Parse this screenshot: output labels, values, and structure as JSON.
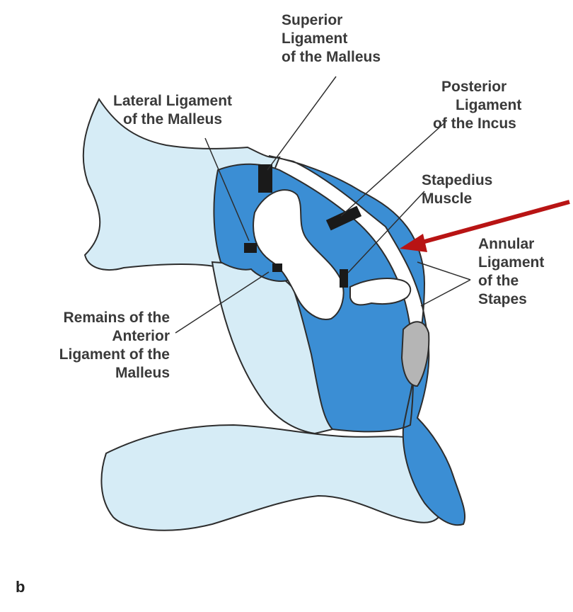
{
  "labels": {
    "superior_ligament_malleus": [
      "Superior",
      "Ligament",
      "of the Malleus"
    ],
    "lateral_ligament_malleus": [
      "Lateral Ligament",
      "of the Malleus"
    ],
    "posterior_ligament_incus": [
      "Posterior",
      "Ligament",
      "of the Incus"
    ],
    "stapedius_muscle": [
      "Stapedius",
      "Muscle"
    ],
    "annular_ligament_stapes": [
      "Annular",
      "Ligament",
      "of the",
      "Stapes"
    ],
    "remains_anterior_ligament_malleus": [
      "Remains of the",
      "Anterior",
      "Ligament of the",
      "Malleus"
    ]
  },
  "panel_letter": "b",
  "colors": {
    "fluid_blue": "#3b8ed4",
    "bone_light": "#d6ecf6",
    "bone_dark": "#666666",
    "outline": "#2d2d2d",
    "arrow_red": "#b81414"
  }
}
